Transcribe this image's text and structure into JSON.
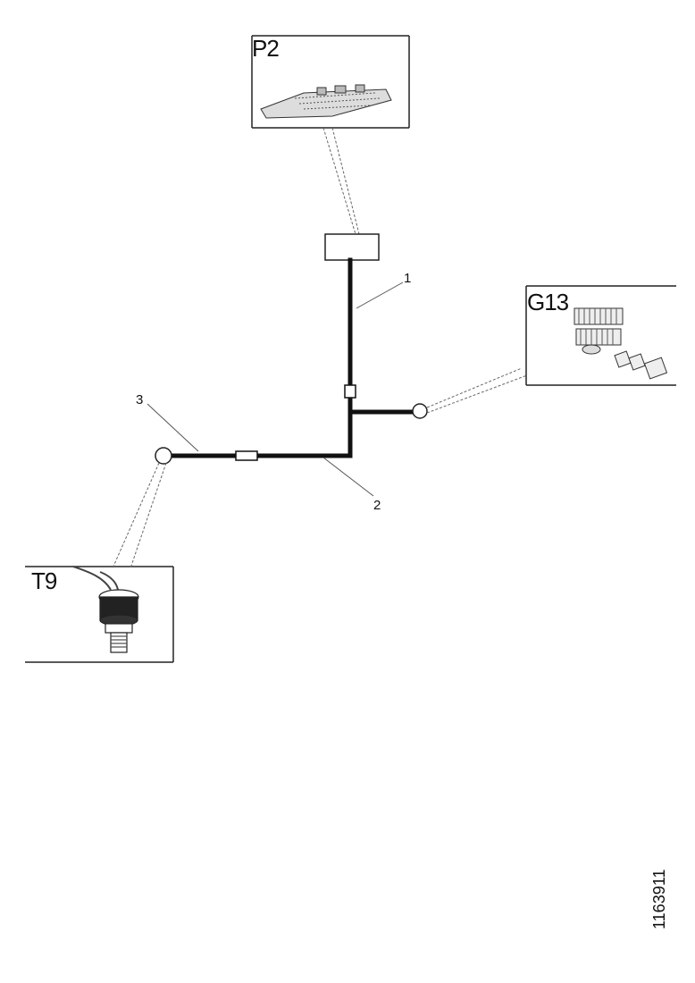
{
  "components": {
    "p2": {
      "code": "P2"
    },
    "g13": {
      "code": "G13"
    },
    "t9": {
      "code": "T9"
    }
  },
  "harness_labels": {
    "branch_1": "1",
    "branch_2": "2",
    "branch_3": "3"
  },
  "figure_id": "1163911",
  "colors": {
    "wire": "#111111",
    "frame": "#222222",
    "leader": "#555555"
  }
}
